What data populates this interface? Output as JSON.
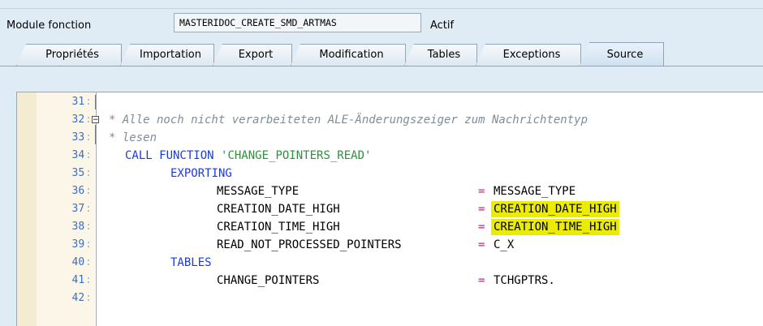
{
  "header": {
    "module_label": "Module fonction",
    "module_name": "MASTERIDOC_CREATE_SMD_ARTMAS",
    "status": "Actif"
  },
  "tabs": [
    {
      "label": "Propriétés"
    },
    {
      "label": "Importation"
    },
    {
      "label": "Export"
    },
    {
      "label": "Modification"
    },
    {
      "label": "Tables"
    },
    {
      "label": "Exceptions"
    },
    {
      "label": "Source",
      "active": true
    }
  ],
  "editor": {
    "lines": [
      {
        "num": "31"
      },
      {
        "num": "32",
        "comment": "* Alle noch nicht verarbeiteten ALE-Änderungszeiger zum Nachrichtentyp"
      },
      {
        "num": "33",
        "comment": "* lesen"
      },
      {
        "num": "34",
        "kw": "CALL FUNCTION",
        "str": "'CHANGE_POINTERS_READ'"
      },
      {
        "num": "35",
        "kw": "EXPORTING"
      },
      {
        "num": "36",
        "param": "MESSAGE_TYPE",
        "value": "MESSAGE_TYPE"
      },
      {
        "num": "37",
        "param": "CREATION_DATE_HIGH",
        "value": "CREATION_DATE_HIGH"
      },
      {
        "num": "38",
        "param": "CREATION_TIME_HIGH",
        "value": "CREATION_TIME_HIGH"
      },
      {
        "num": "39",
        "param": "READ_NOT_PROCESSED_POINTERS",
        "value": "C_X"
      },
      {
        "num": "40",
        "kw": "TABLES"
      },
      {
        "num": "41",
        "param": "CHANGE_POINTERS",
        "value": "TCHGPTRS."
      },
      {
        "num": "42"
      }
    ]
  }
}
